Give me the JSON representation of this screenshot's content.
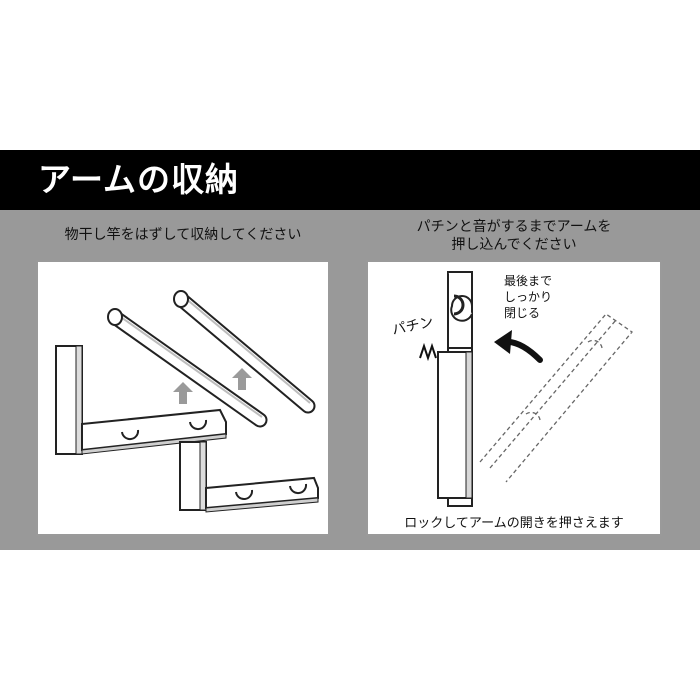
{
  "header": {
    "title": "アームの収納"
  },
  "left": {
    "caption": "物干し竿をはずして収納してください"
  },
  "right": {
    "caption_line1": "パチンと音がするまでアームを",
    "caption_line2": "押し込んでください",
    "sound": "パチン",
    "note_line1": "最後まで",
    "note_line2": "しっかり",
    "note_line3": "閉じる",
    "bottom_text": "ロックしてアームの開きを押さえます"
  }
}
